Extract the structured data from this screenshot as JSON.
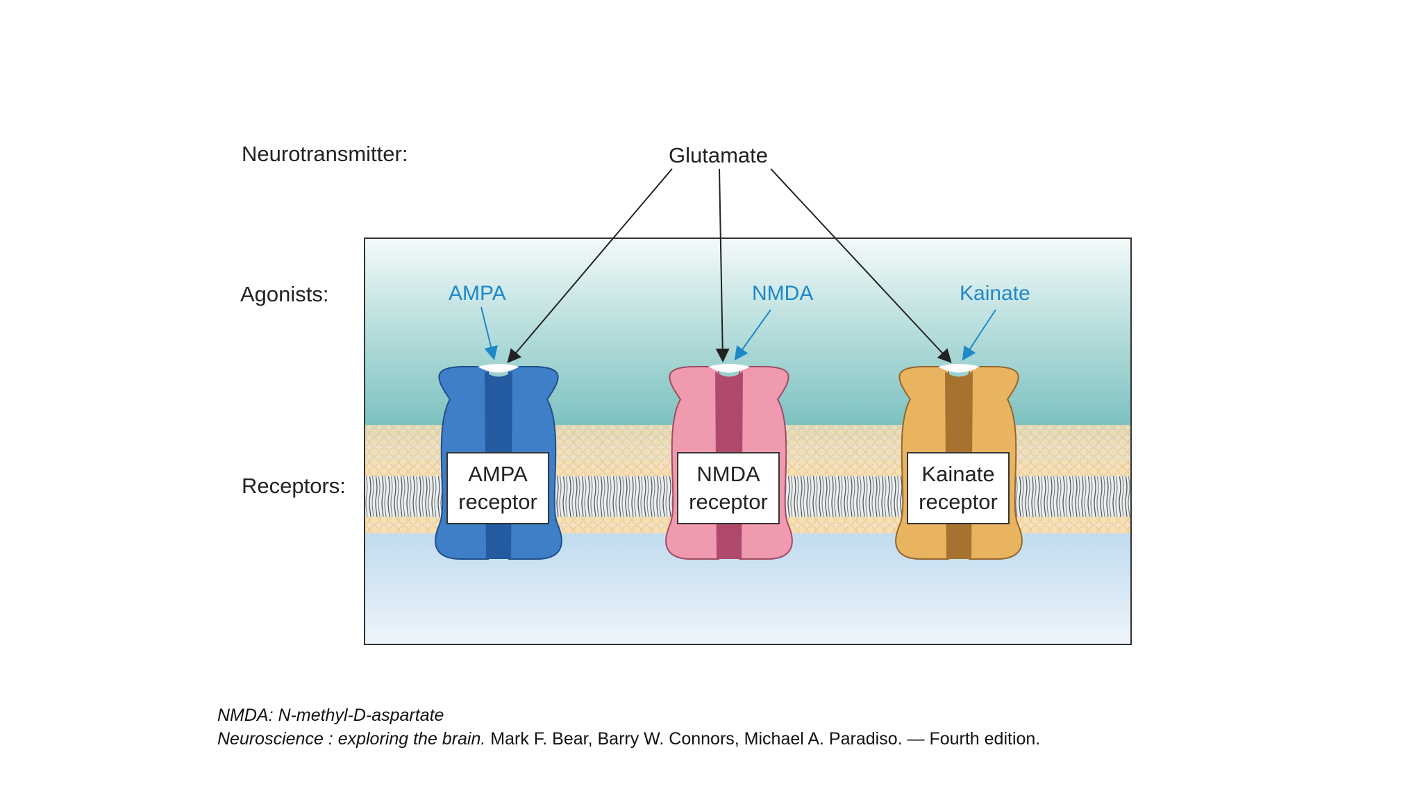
{
  "labels": {
    "neurotransmitter_row": "Neurotransmitter:",
    "agonists_row": "Agonists:",
    "receptors_row": "Receptors:",
    "neurotransmitter": "Glutamate"
  },
  "receptors": [
    {
      "agonist": "AMPA",
      "line1": "AMPA",
      "line2": "receptor",
      "color": "#3f7fc8"
    },
    {
      "agonist": "NMDA",
      "line1": "NMDA",
      "line2": "receptor",
      "color": "#f09ab0"
    },
    {
      "agonist": "Kainate",
      "line1": "Kainate",
      "line2": "receptor",
      "color": "#e8b460"
    }
  ],
  "colors": {
    "agonist_text": "#1e88c8",
    "membrane": "#f2dcb8"
  },
  "caption": {
    "abbrev": "NMDA: N-methyl-D-aspartate",
    "book_title": "Neuroscience : exploring the brain.",
    "book_rest": " Mark F. Bear, Barry W. Connors, Michael A. Paradiso. — Fourth edition."
  }
}
